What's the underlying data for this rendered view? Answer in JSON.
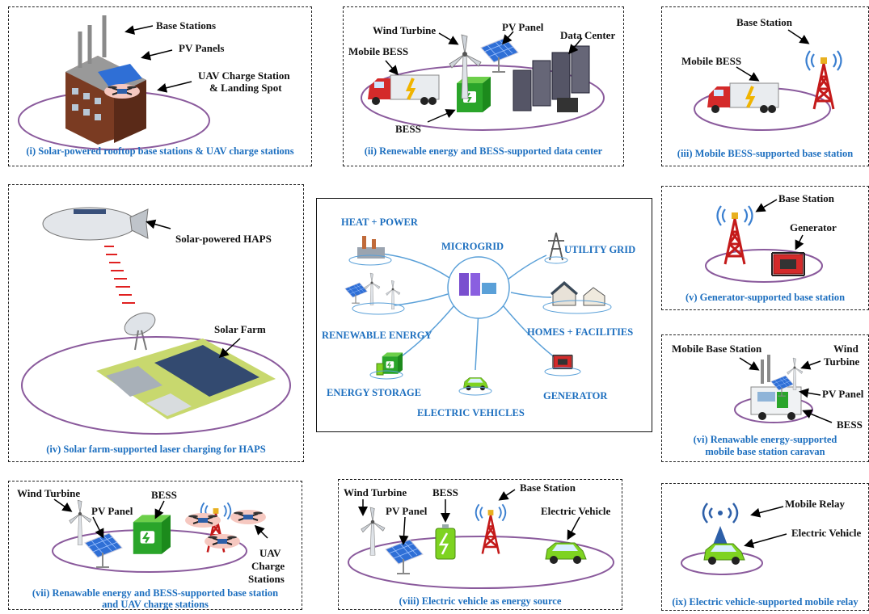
{
  "panels": {
    "p1": {
      "caption": "(i) Solar-powered rooftop base stations & UAV charge stations",
      "labels": {
        "base_stations": "Base Stations",
        "pv_panels": "PV Panels",
        "uav_charge_1": "UAV Charge Station",
        "uav_charge_2": "& Landing Spot"
      }
    },
    "p2": {
      "caption": "(ii) Renewable energy and BESS-supported data center",
      "labels": {
        "wind_turbine": "Wind Turbine",
        "pv_panel": "PV Panel",
        "data_center": "Data Center",
        "mobile_bess": "Mobile BESS",
        "bess": "BESS"
      }
    },
    "p3": {
      "caption": "(iii) Mobile BESS-supported base station",
      "labels": {
        "base_station": "Base Station",
        "mobile_bess": "Mobile BESS"
      }
    },
    "p4": {
      "caption": "(iv) Solar farm-supported laser charging for HAPS",
      "labels": {
        "haps": "Solar-powered HAPS",
        "solar_farm": "Solar Farm"
      }
    },
    "p5": {
      "caption": "(v) Generator-supported base station",
      "labels": {
        "base_station": "Base Station",
        "generator": "Generator"
      }
    },
    "p6": {
      "caption_1": "(vi) Renawable energy-supported",
      "caption_2": "mobile base station caravan",
      "labels": {
        "mobile_base_station": "Mobile Base Station",
        "wind_1": "Wind",
        "wind_2": "Turbine",
        "pv_panel": "PV Panel",
        "bess": "BESS"
      }
    },
    "p7": {
      "caption_1": "(vii) Renawable energy and BESS-supported base station",
      "caption_2": "and UAV charge stations",
      "labels": {
        "wind_turbine": "Wind Turbine",
        "pv_panel": "PV Panel",
        "bess": "BESS",
        "uav_1": "UAV",
        "uav_2": "Charge",
        "uav_3": "Stations"
      }
    },
    "p8": {
      "caption": "(viii) Electric vehicle as energy source",
      "labels": {
        "wind_turbine": "Wind Turbine",
        "bess": "BESS",
        "base_station": "Base Station",
        "pv_panel": "PV Panel",
        "electric_vehicle": "Electric Vehicle"
      }
    },
    "p9": {
      "caption": "(ix) Electric vehicle-supported mobile relay",
      "labels": {
        "mobile_relay": "Mobile Relay",
        "electric_vehicle": "Electric Vehicle"
      }
    }
  },
  "microgrid": {
    "center": "MICROGRID",
    "nodes": {
      "heat_power": "HEAT + POWER",
      "utility_grid": "UTILITY GRID",
      "renewable_energy": "RENEWABLE ENERGY",
      "homes_facilities": "HOMES + FACILITIES",
      "energy_storage": "ENERGY STORAGE",
      "generator": "GENERATOR",
      "electric_vehicles": "ELECTRIC VEHICLES"
    }
  },
  "colors": {
    "caption": "#1d6fbf",
    "ellipse": "#8a5a9c",
    "truck_red": "#d42a2a",
    "bess_green": "#2aa52a",
    "tower_red": "#c41a1a",
    "node_line": "#5aa0d8"
  }
}
